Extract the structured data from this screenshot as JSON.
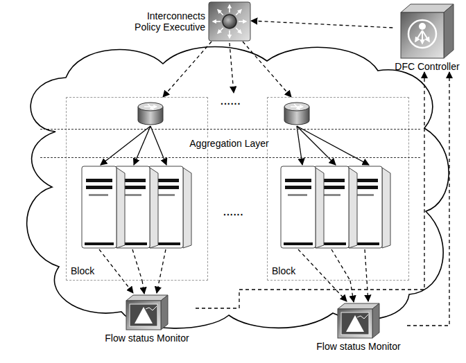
{
  "diagram": {
    "nodes": [
      {
        "text": [
          "Interconnects Policy Executive"
        ]
      },
      {
        "text": [
          "DFC Controller"
        ]
      },
      {
        "text": [
          "Aggregation Layer"
        ]
      },
      {
        "text": [
          "Block"
        ]
      },
      {
        "text": [
          "Block"
        ]
      },
      {
        "text": [
          "Flow status Monitor"
        ]
      },
      {
        "text": [
          "Flow status Monitor"
        ]
      }
    ],
    "edges": [
      {
        "from": 1,
        "to": 0,
        "arrow": "to"
      },
      {
        "from": 0,
        "to": 3,
        "arrow": "to"
      },
      {
        "from": 0,
        "to": 4,
        "arrow": "to"
      },
      {
        "from": 3,
        "to": 5,
        "arrow": "to"
      },
      {
        "from": 4,
        "to": 6,
        "arrow": "to"
      },
      {
        "from": 5,
        "to": 1,
        "arrow": "to"
      },
      {
        "from": 6,
        "to": 1,
        "arrow": "to"
      }
    ],
    "labels": [
      "......",
      "......"
    ]
  }
}
